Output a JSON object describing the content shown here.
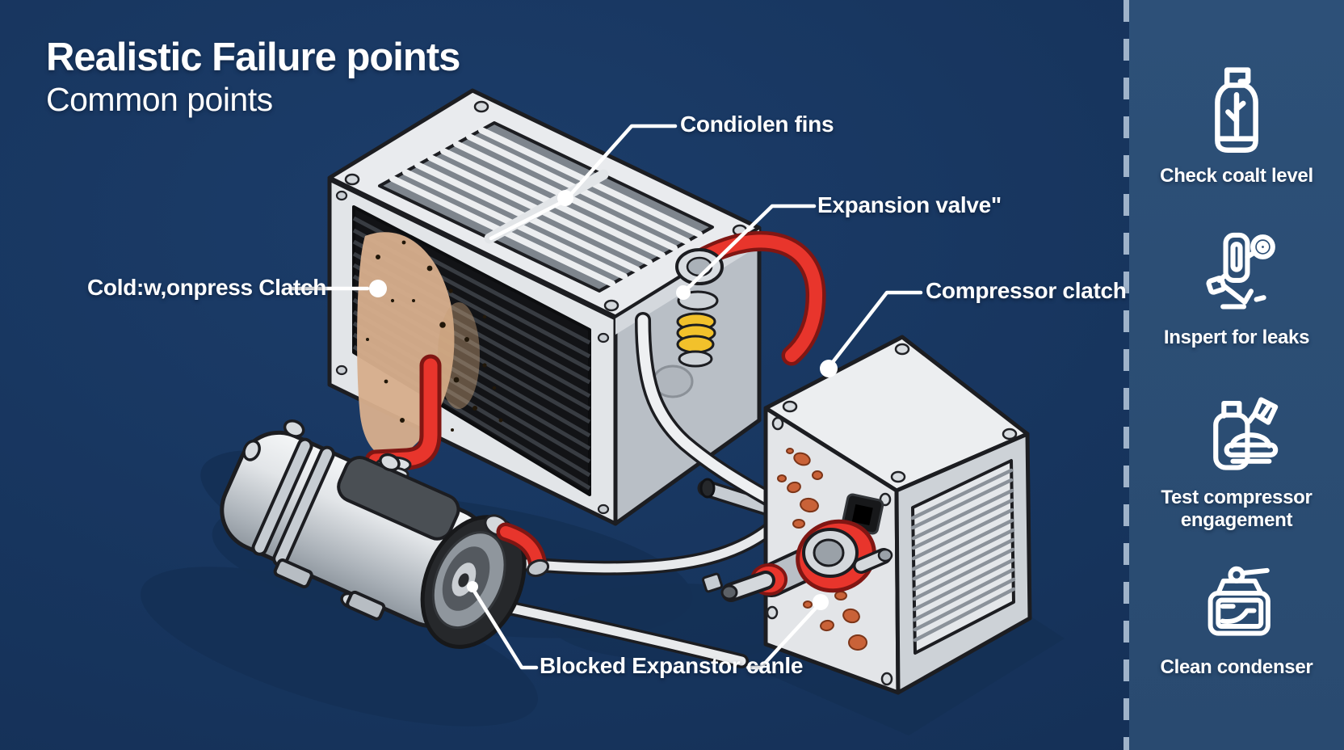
{
  "header": {
    "title": "Realistic Failure points",
    "subtitle": "Common points"
  },
  "callouts": [
    {
      "id": "condenser-fins",
      "label": "Condiolen fins"
    },
    {
      "id": "expansion-valve",
      "label": "Expansion valve\""
    },
    {
      "id": "cold-compress-clutch",
      "label": "Cold:w,onpress Clatch"
    },
    {
      "id": "compressor-clutch",
      "label": "Compressor clatch"
    },
    {
      "id": "blocked-expansion",
      "label": "Blocked Expanstor canle"
    }
  ],
  "sidebar": {
    "items": [
      {
        "icon": "coolant-bottle-icon",
        "label": "Check coalt level"
      },
      {
        "icon": "leak-detector-icon",
        "label": "Inspert for leaks"
      },
      {
        "icon": "compressor-test-icon",
        "label": "Test compressor engagement"
      },
      {
        "icon": "clean-condenser-icon",
        "label": "Clean condenser"
      }
    ]
  },
  "colors": {
    "background": "#17355e",
    "sidebar": "#2b4d73",
    "divider_dash": "#9fb3ca",
    "text": "#ffffff",
    "tube_red": "#e8352c",
    "rust_orange": "#c96238",
    "fitting_yellow": "#f2c12b",
    "shadow_navy": "#143055"
  }
}
